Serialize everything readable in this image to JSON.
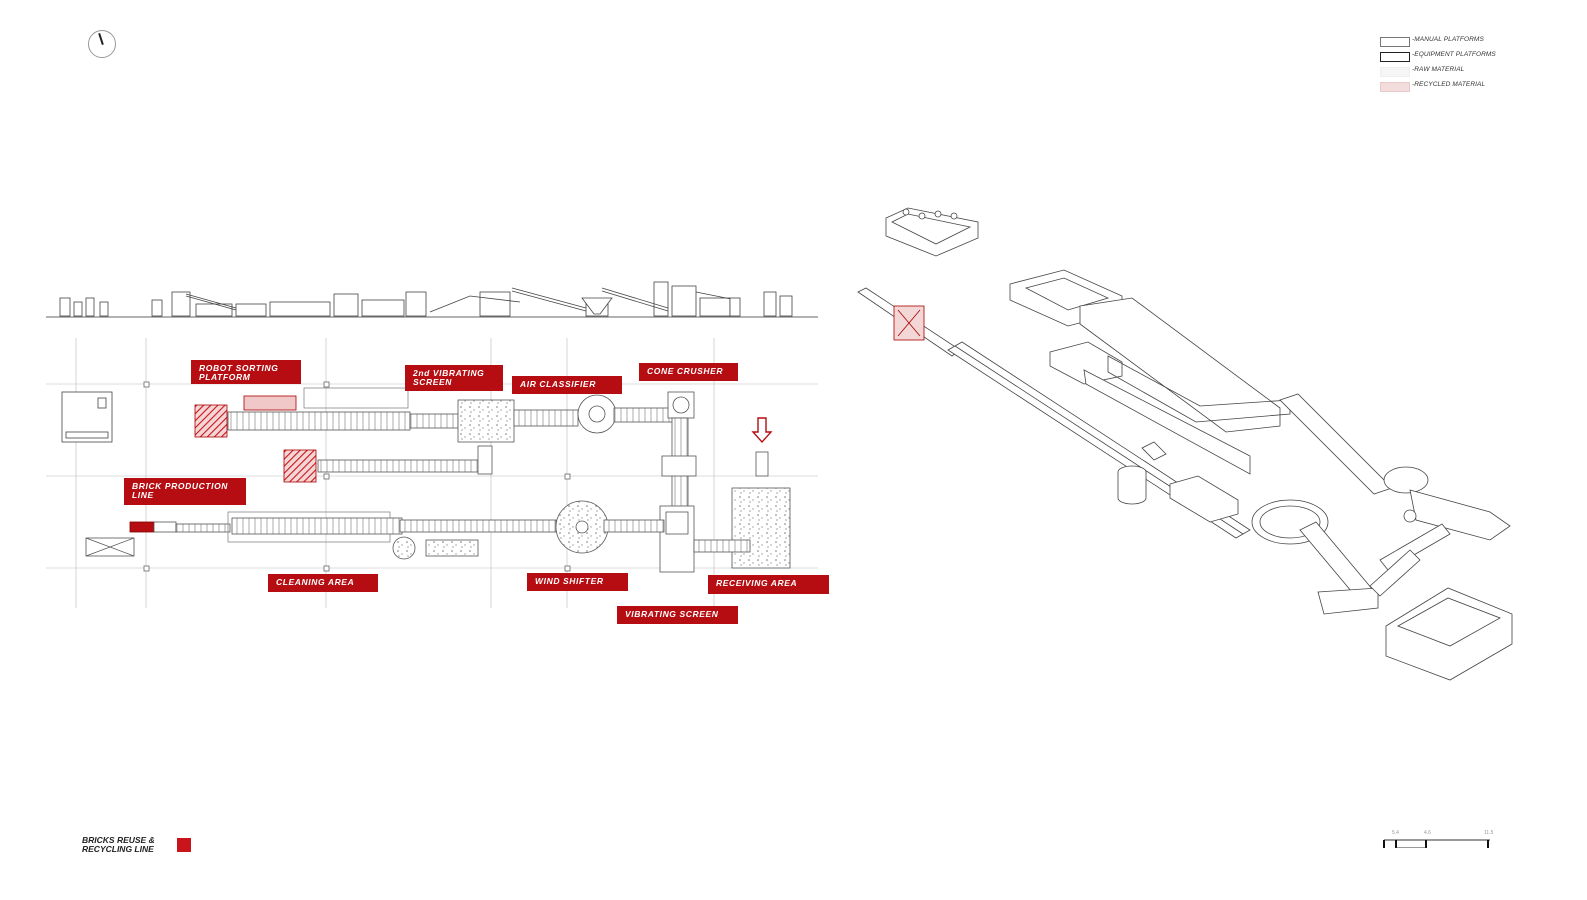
{
  "legend": {
    "items": [
      {
        "label": "-MANUAL PLATFORMS",
        "swatch_fill": "#ffffff",
        "swatch_border": "#777777"
      },
      {
        "label": "-EQUIPMENT PLATFORMS",
        "swatch_fill": "#ffffff",
        "swatch_border": "#222222"
      },
      {
        "label": "-RAW MATERIAL",
        "swatch_fill": "#f6f6f6",
        "swatch_border": "#eeeeee"
      },
      {
        "label": "-RECYCLED MATERIAL",
        "swatch_fill": "#f2dcdc",
        "swatch_border": "#e8c8c8"
      }
    ]
  },
  "labels": {
    "robot_sorting": "ROBOT SORTING\nPLATFORM",
    "vibrating_2nd": "2nd VIBRATING\nSCREEN",
    "air_classifier": "AIR CLASSIFIER",
    "cone_crusher": "CONE CRUSHER",
    "brick_production": "BRICK PRODUCTION\nLINE",
    "cleaning_area": "CLEANING AREA",
    "wind_shifter": "WIND SHIFTER",
    "receiving_area": "RECEIVING AREA",
    "vibrating_screen": "VIBRATING SCREEN"
  },
  "footer": {
    "title": "BRICKS REUSE &\nRECYCLING LINE",
    "scale": [
      "5.4",
      "4.6",
      "11.5"
    ]
  },
  "colors": {
    "accent": "#b50d12",
    "line": "#555555",
    "hatch": "#c8141a"
  }
}
